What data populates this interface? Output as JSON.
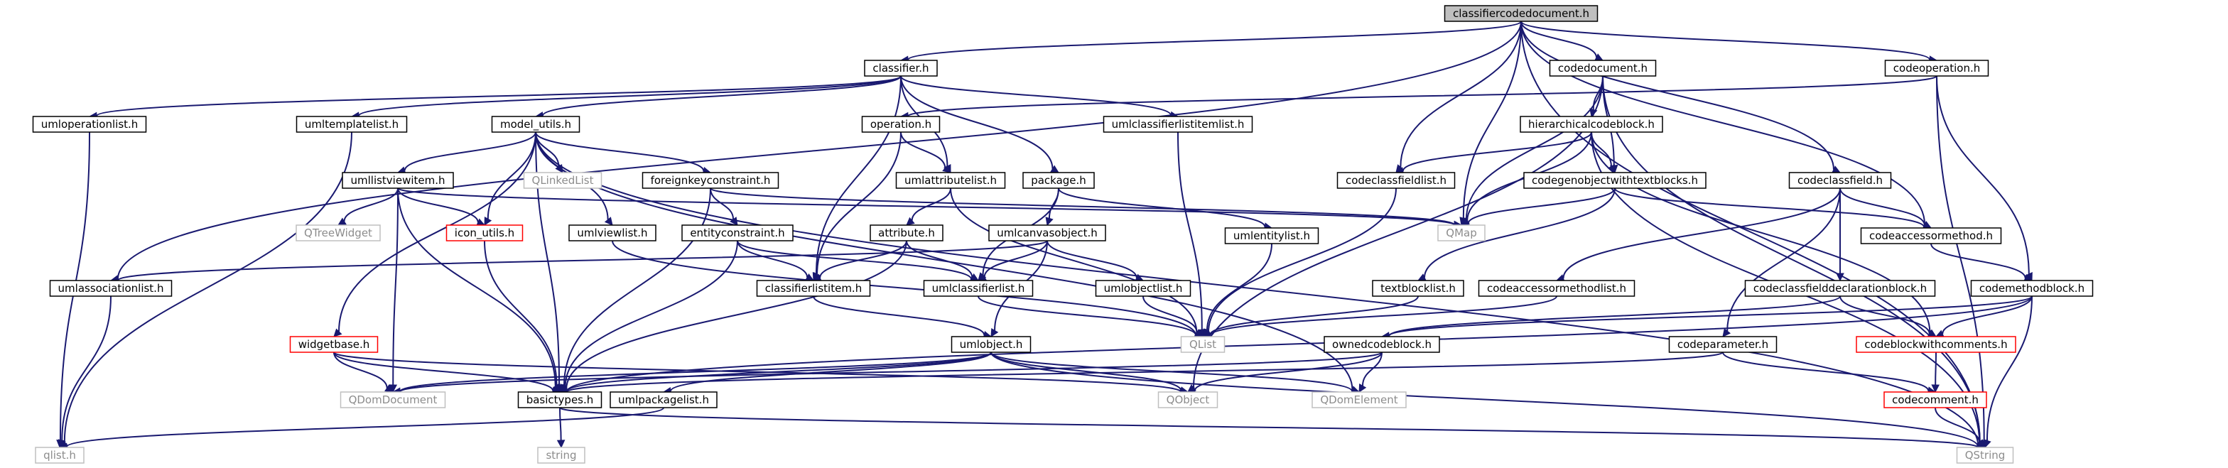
{
  "graph": {
    "root": "classifiercodedocument.h",
    "nodes": [
      {
        "id": "classifiercodedocument_h",
        "label": "classifiercodedocument.h",
        "kind": "root"
      },
      {
        "id": "classifier_h",
        "label": "classifier.h",
        "kind": "normal"
      },
      {
        "id": "codedocument_h",
        "label": "codedocument.h",
        "kind": "normal"
      },
      {
        "id": "codeoperation_h",
        "label": "codeoperation.h",
        "kind": "normal"
      },
      {
        "id": "umloperationlist_h",
        "label": "umloperationlist.h",
        "kind": "normal"
      },
      {
        "id": "umltemplatelist_h",
        "label": "umltemplatelist.h",
        "kind": "normal"
      },
      {
        "id": "model_utils_h",
        "label": "model_utils.h",
        "kind": "normal"
      },
      {
        "id": "umlclassifierlistitemlist_h",
        "label": "umlclassifierlistitemlist.h",
        "kind": "normal"
      },
      {
        "id": "operation_h",
        "label": "operation.h",
        "kind": "normal"
      },
      {
        "id": "hierarchicalcodeblock_h",
        "label": "hierarchicalcodeblock.h",
        "kind": "normal"
      },
      {
        "id": "umllistviewitem_h",
        "label": "umllistviewitem.h",
        "kind": "normal"
      },
      {
        "id": "QLinkedList",
        "label": "QLinkedList",
        "kind": "ext"
      },
      {
        "id": "foreignkeyconstraint_h",
        "label": "foreignkeyconstraint.h",
        "kind": "normal"
      },
      {
        "id": "umlattributelist_h",
        "label": "umlattributelist.h",
        "kind": "normal"
      },
      {
        "id": "package_h",
        "label": "package.h",
        "kind": "normal"
      },
      {
        "id": "codeclassfieldlist_h",
        "label": "codeclassfieldlist.h",
        "kind": "normal"
      },
      {
        "id": "codegenobjectwithtextblocks_h",
        "label": "codegenobjectwithtextblocks.h",
        "kind": "normal"
      },
      {
        "id": "codeclassfield_h",
        "label": "codeclassfield.h",
        "kind": "normal"
      },
      {
        "id": "QTreeWidget",
        "label": "QTreeWidget",
        "kind": "ext"
      },
      {
        "id": "icon_utils_h",
        "label": "icon_utils.h",
        "kind": "red"
      },
      {
        "id": "umlviewlist_h",
        "label": "umlviewlist.h",
        "kind": "normal"
      },
      {
        "id": "entityconstraint_h",
        "label": "entityconstraint.h",
        "kind": "normal"
      },
      {
        "id": "attribute_h",
        "label": "attribute.h",
        "kind": "normal"
      },
      {
        "id": "umlcanvasobject_h",
        "label": "umlcanvasobject.h",
        "kind": "normal"
      },
      {
        "id": "umlentitylist_h",
        "label": "umlentitylist.h",
        "kind": "normal"
      },
      {
        "id": "QMap",
        "label": "QMap",
        "kind": "ext"
      },
      {
        "id": "codeaccessormethod_h",
        "label": "codeaccessormethod.h",
        "kind": "normal"
      },
      {
        "id": "umlassociationlist_h",
        "label": "umlassociationlist.h",
        "kind": "normal"
      },
      {
        "id": "classifierlistitem_h",
        "label": "classifierlistitem.h",
        "kind": "normal"
      },
      {
        "id": "umlclassifierlist_h",
        "label": "umlclassifierlist.h",
        "kind": "normal"
      },
      {
        "id": "umlobjectlist_h",
        "label": "umlobjectlist.h",
        "kind": "normal"
      },
      {
        "id": "textblocklist_h",
        "label": "textblocklist.h",
        "kind": "normal"
      },
      {
        "id": "codeaccessormethodlist_h",
        "label": "codeaccessormethodlist.h",
        "kind": "normal"
      },
      {
        "id": "codeclassfielddeclarationblock_h",
        "label": "codeclassfielddeclarationblock.h",
        "kind": "normal"
      },
      {
        "id": "codemethodblock_h",
        "label": "codemethodblock.h",
        "kind": "normal"
      },
      {
        "id": "QList",
        "label": "QList",
        "kind": "ext"
      },
      {
        "id": "widgetbase_h",
        "label": "widgetbase.h",
        "kind": "red"
      },
      {
        "id": "umlobject_h",
        "label": "umlobject.h",
        "kind": "normal"
      },
      {
        "id": "ownedcodeblock_h",
        "label": "ownedcodeblock.h",
        "kind": "normal"
      },
      {
        "id": "codeparameter_h",
        "label": "codeparameter.h",
        "kind": "normal"
      },
      {
        "id": "codeblockwithcomments_h",
        "label": "codeblockwithcomments.h",
        "kind": "red"
      },
      {
        "id": "QDomDocument",
        "label": "QDomDocument",
        "kind": "ext"
      },
      {
        "id": "basictypes_h",
        "label": "basictypes.h",
        "kind": "normal"
      },
      {
        "id": "umlpackagelist_h",
        "label": "umlpackagelist.h",
        "kind": "normal"
      },
      {
        "id": "QObject",
        "label": "QObject",
        "kind": "ext"
      },
      {
        "id": "QDomElement",
        "label": "QDomElement",
        "kind": "ext"
      },
      {
        "id": "codecomment_h",
        "label": "codecomment.h",
        "kind": "red"
      },
      {
        "id": "qlist_h",
        "label": "qlist.h",
        "kind": "ext"
      },
      {
        "id": "string",
        "label": "string",
        "kind": "ext"
      },
      {
        "id": "QString",
        "label": "QString",
        "kind": "ext"
      }
    ],
    "edges": [
      [
        "classifiercodedocument_h",
        "classifier_h"
      ],
      [
        "classifiercodedocument_h",
        "codedocument_h"
      ],
      [
        "classifiercodedocument_h",
        "codeoperation_h"
      ],
      [
        "classifiercodedocument_h",
        "umlassociationlist_h"
      ],
      [
        "classifiercodedocument_h",
        "codeclassfieldlist_h"
      ],
      [
        "classifiercodedocument_h",
        "QMap"
      ],
      [
        "classifiercodedocument_h",
        "codeclassfield_h"
      ],
      [
        "classifiercodedocument_h",
        "codeaccessormethod_h"
      ],
      [
        "classifiercodedocument_h",
        "QString"
      ],
      [
        "classifier_h",
        "umloperationlist_h"
      ],
      [
        "classifier_h",
        "umltemplatelist_h"
      ],
      [
        "classifier_h",
        "model_utils_h"
      ],
      [
        "classifier_h",
        "umlclassifierlistitemlist_h"
      ],
      [
        "classifier_h",
        "package_h"
      ],
      [
        "classifier_h",
        "umlattributelist_h"
      ],
      [
        "classifier_h",
        "classifierlistitem_h"
      ],
      [
        "codedocument_h",
        "hierarchicalcodeblock_h"
      ],
      [
        "codedocument_h",
        "codegenobjectwithtextblocks_h"
      ],
      [
        "codedocument_h",
        "QMap"
      ],
      [
        "codedocument_h",
        "QObject"
      ],
      [
        "codedocument_h",
        "QString"
      ],
      [
        "codeoperation_h",
        "operation_h"
      ],
      [
        "codeoperation_h",
        "codemethodblock_h"
      ],
      [
        "codeoperation_h",
        "QString"
      ],
      [
        "umloperationlist_h",
        "qlist_h"
      ],
      [
        "umltemplatelist_h",
        "qlist_h"
      ],
      [
        "model_utils_h",
        "umllistviewitem_h"
      ],
      [
        "model_utils_h",
        "QLinkedList"
      ],
      [
        "model_utils_h",
        "foreignkeyconstraint_h"
      ],
      [
        "model_utils_h",
        "icon_utils_h"
      ],
      [
        "model_utils_h",
        "umlviewlist_h"
      ],
      [
        "model_utils_h",
        "widgetbase_h"
      ],
      [
        "model_utils_h",
        "basictypes_h"
      ],
      [
        "model_utils_h",
        "QString"
      ],
      [
        "model_utils_h",
        "QDomElement"
      ],
      [
        "umlclassifierlistitemlist_h",
        "QList"
      ],
      [
        "operation_h",
        "umlattributelist_h"
      ],
      [
        "operation_h",
        "classifierlistitem_h"
      ],
      [
        "hierarchicalcodeblock_h",
        "codeclassfieldlist_h"
      ],
      [
        "hierarchicalcodeblock_h",
        "codegenobjectwithtextblocks_h"
      ],
      [
        "hierarchicalcodeblock_h",
        "QMap"
      ],
      [
        "hierarchicalcodeblock_h",
        "codeblockwithcomments_h"
      ],
      [
        "hierarchicalcodeblock_h",
        "QString"
      ],
      [
        "umllistviewitem_h",
        "QTreeWidget"
      ],
      [
        "umllistviewitem_h",
        "icon_utils_h"
      ],
      [
        "umllistviewitem_h",
        "QMap"
      ],
      [
        "umllistviewitem_h",
        "QDomDocument"
      ],
      [
        "umllistviewitem_h",
        "basictypes_h"
      ],
      [
        "foreignkeyconstraint_h",
        "entityconstraint_h"
      ],
      [
        "foreignkeyconstraint_h",
        "QMap"
      ],
      [
        "foreignkeyconstraint_h",
        "basictypes_h"
      ],
      [
        "umlattributelist_h",
        "attribute_h"
      ],
      [
        "umlattributelist_h",
        "QList"
      ],
      [
        "package_h",
        "umlcanvasobject_h"
      ],
      [
        "package_h",
        "umlentitylist_h"
      ],
      [
        "package_h",
        "umlclassifierlist_h"
      ],
      [
        "codeclassfieldlist_h",
        "QList"
      ],
      [
        "codegenobjectwithtextblocks_h",
        "QMap"
      ],
      [
        "codegenobjectwithtextblocks_h",
        "textblocklist_h"
      ],
      [
        "codegenobjectwithtextblocks_h",
        "codeaccessormethod_h"
      ],
      [
        "codeclassfield_h",
        "codeaccessormethod_h"
      ],
      [
        "codeclassfield_h",
        "codeaccessormethodlist_h"
      ],
      [
        "codeclassfield_h",
        "codeclassfielddeclarationblock_h"
      ],
      [
        "codeclassfield_h",
        "codeparameter_h"
      ],
      [
        "icon_utils_h",
        "basictypes_h"
      ],
      [
        "umlviewlist_h",
        "QList"
      ],
      [
        "entityconstraint_h",
        "classifierlistitem_h"
      ],
      [
        "entityconstraint_h",
        "umlclassifierlist_h"
      ],
      [
        "entityconstraint_h",
        "basictypes_h"
      ],
      [
        "attribute_h",
        "classifierlistitem_h"
      ],
      [
        "attribute_h",
        "umlclassifierlist_h"
      ],
      [
        "attribute_h",
        "basictypes_h"
      ],
      [
        "umlcanvasobject_h",
        "umlassociationlist_h"
      ],
      [
        "umlcanvasobject_h",
        "umlclassifierlist_h"
      ],
      [
        "umlcanvasobject_h",
        "umlobjectlist_h"
      ],
      [
        "umlcanvasobject_h",
        "umlobject_h"
      ],
      [
        "umlentitylist_h",
        "QList"
      ],
      [
        "codeaccessormethod_h",
        "codemethodblock_h"
      ],
      [
        "umlassociationlist_h",
        "qlist_h"
      ],
      [
        "classifierlistitem_h",
        "umlobject_h"
      ],
      [
        "umlclassifierlist_h",
        "QList"
      ],
      [
        "umlobjectlist_h",
        "QList"
      ],
      [
        "textblocklist_h",
        "QList"
      ],
      [
        "codeaccessormethodlist_h",
        "QList"
      ],
      [
        "codeclassfielddeclarationblock_h",
        "codeblockwithcomments_h"
      ],
      [
        "codeclassfielddeclarationblock_h",
        "ownedcodeblock_h"
      ],
      [
        "codemethodblock_h",
        "codeblockwithcomments_h"
      ],
      [
        "codemethodblock_h",
        "ownedcodeblock_h"
      ],
      [
        "codemethodblock_h",
        "QString"
      ],
      [
        "codemethodblock_h",
        "basictypes_h"
      ],
      [
        "widgetbase_h",
        "QDomDocument"
      ],
      [
        "widgetbase_h",
        "basictypes_h"
      ],
      [
        "widgetbase_h",
        "QObject"
      ],
      [
        "umlobject_h",
        "basictypes_h"
      ],
      [
        "umlobject_h",
        "umlpackagelist_h"
      ],
      [
        "umlobject_h",
        "QObject"
      ],
      [
        "umlobject_h",
        "QDomDocument"
      ],
      [
        "umlobject_h",
        "QDomElement"
      ],
      [
        "umlobject_h",
        "QString"
      ],
      [
        "ownedcodeblock_h",
        "QObject"
      ],
      [
        "ownedcodeblock_h",
        "QDomElement"
      ],
      [
        "ownedcodeblock_h",
        "QDomDocument"
      ],
      [
        "codeparameter_h",
        "codecomment_h"
      ],
      [
        "codeparameter_h",
        "basictypes_h"
      ],
      [
        "codeblockwithcomments_h",
        "codecomment_h"
      ],
      [
        "codecomment_h",
        "QString"
      ],
      [
        "basictypes_h",
        "string"
      ],
      [
        "basictypes_h",
        "QString"
      ],
      [
        "umlpackagelist_h",
        "qlist_h"
      ]
    ]
  }
}
